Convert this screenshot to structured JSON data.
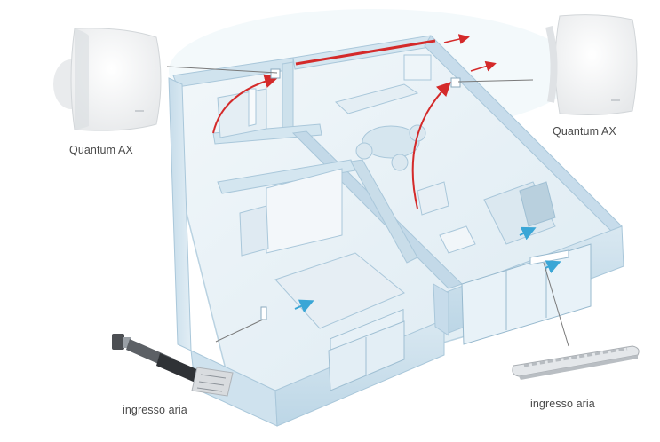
{
  "labels": {
    "fan_left": "Quantum AX",
    "fan_right": "Quantum AX",
    "inlet_left": "ingresso aria",
    "inlet_right": "ingresso aria"
  },
  "colors": {
    "exhaust_flow": "#d42a2a",
    "inlet_flow": "#3aa6d6",
    "walls": "#cfe3ee",
    "floor": "#e9f2f7",
    "leader_line": "#7a7a7a"
  }
}
